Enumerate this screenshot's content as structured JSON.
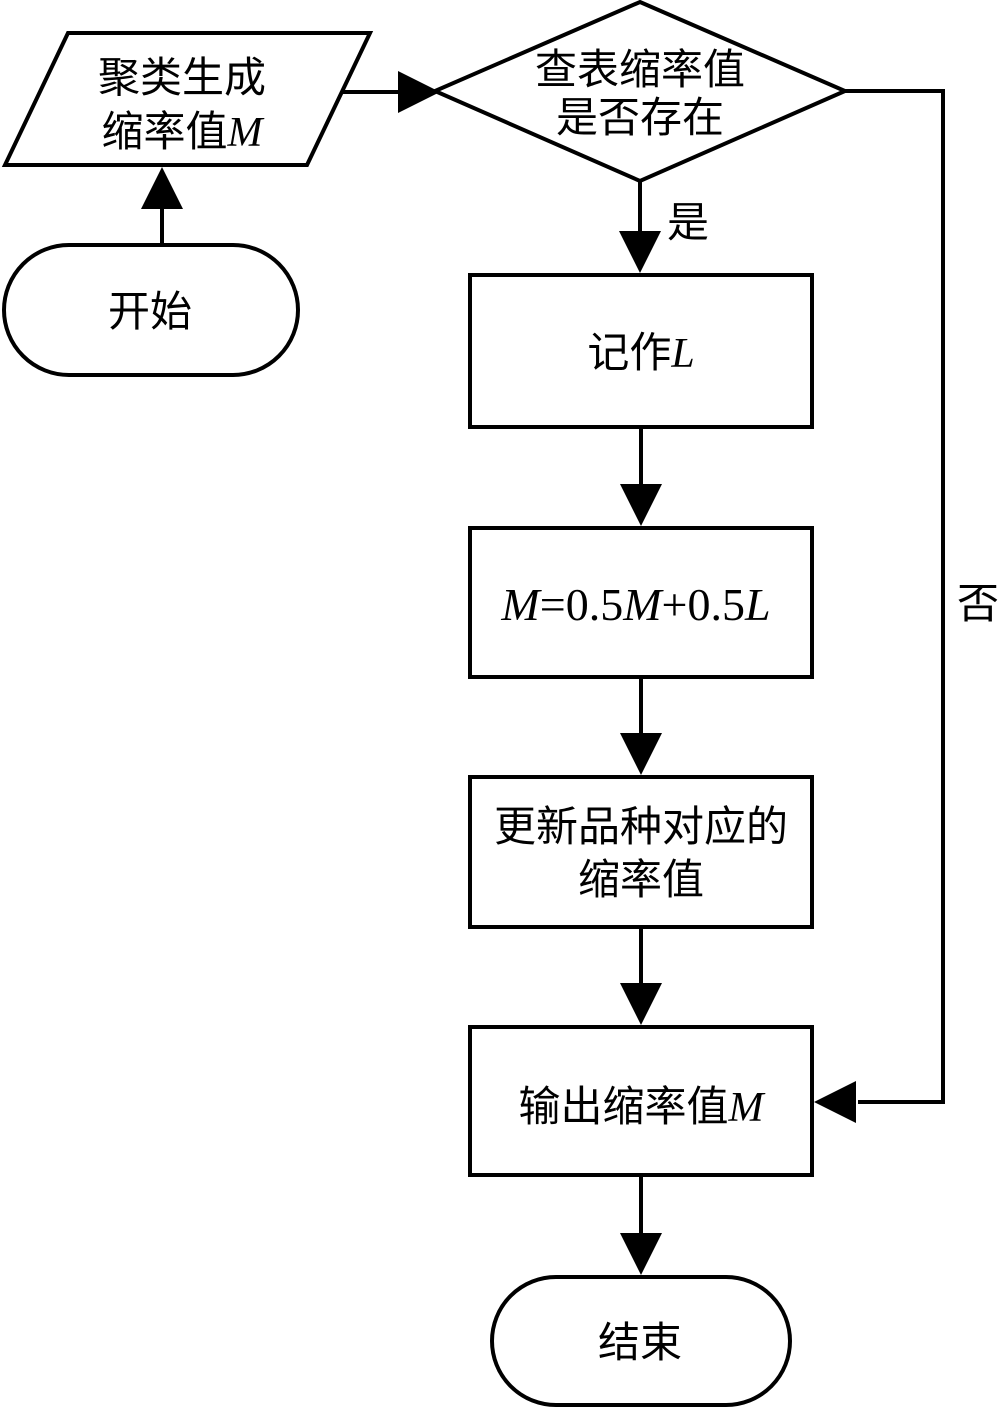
{
  "flowchart": {
    "colors": {
      "stroke": "#000000",
      "fill": "#ffffff",
      "text": "#000000"
    },
    "nodes": {
      "start": {
        "shape": "terminator",
        "label": "开始"
      },
      "cluster": {
        "shape": "parallelogram",
        "line1": "聚类生成",
        "line2_text": "缩率值",
        "line2_var": "M"
      },
      "decision": {
        "shape": "decision",
        "line1": "查表缩率值",
        "line2": "是否存在"
      },
      "record": {
        "shape": "process",
        "text": "记作",
        "var": "L"
      },
      "formula": {
        "shape": "process",
        "var1": "M",
        "op1": "=0.5",
        "var2": "M",
        "op2": "+0.5",
        "var3": "L"
      },
      "update": {
        "shape": "process",
        "line1": "更新品种对应的",
        "line2": "缩率值"
      },
      "output": {
        "shape": "process",
        "text": "输出缩率值",
        "var": "M"
      },
      "end": {
        "shape": "terminator",
        "label": "结束"
      }
    },
    "edge_labels": {
      "yes": "是",
      "no": "否"
    }
  }
}
